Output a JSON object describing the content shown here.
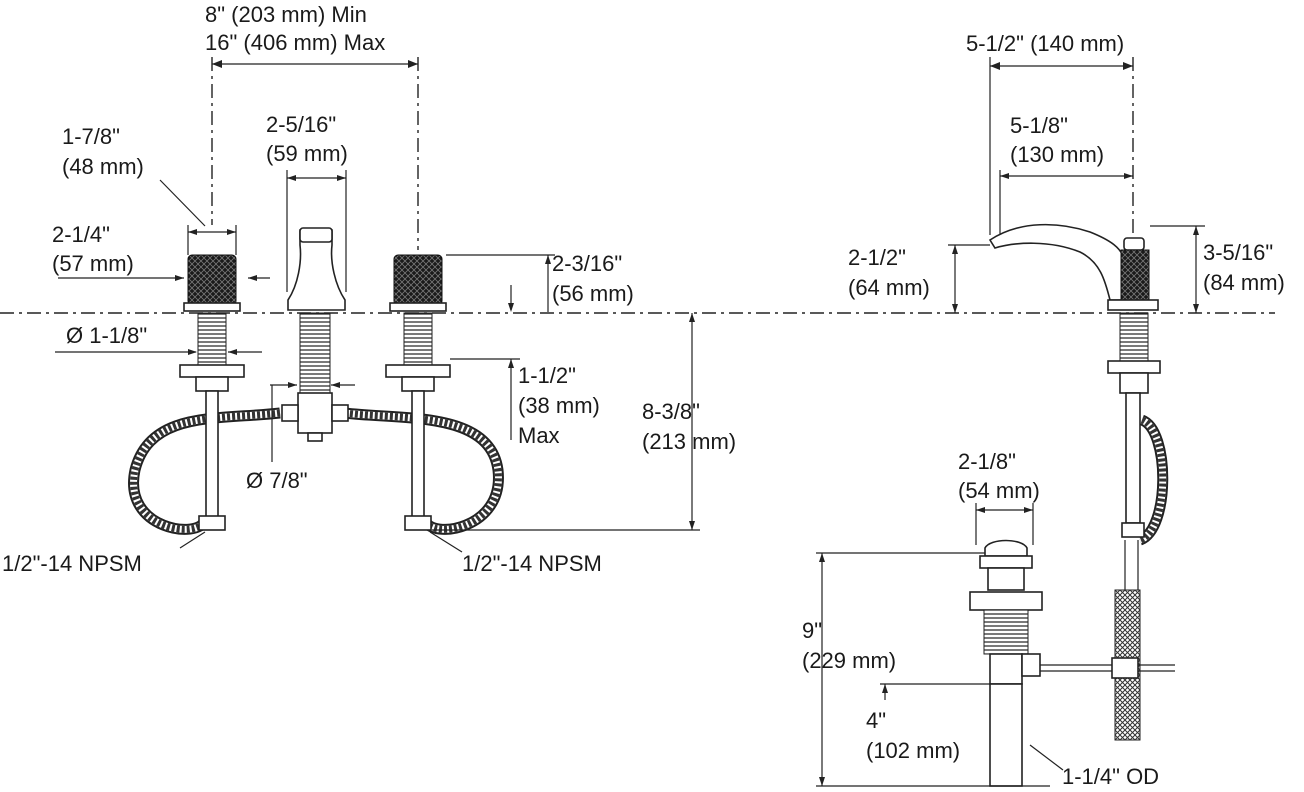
{
  "dimensions": {
    "spread": {
      "min": "8\" (203 mm) Min",
      "max": "16\" (406 mm) Max"
    },
    "handle_base": {
      "in": "1-7/8\"",
      "mm": "(48 mm)"
    },
    "spout_base": {
      "in": "2-5/16\"",
      "mm": "(59 mm)"
    },
    "handle_width": {
      "in": "2-1/4\"",
      "mm": "(57 mm)"
    },
    "handle_height": {
      "in": "2-3/16\"",
      "mm": "(56 mm)"
    },
    "shank_diameter": "Ø 1-1/8\"",
    "deck_thickness": {
      "in": "1-1/2\"",
      "mm": "(38 mm)",
      "note": "Max"
    },
    "below_deck": {
      "in": "8-3/8\"",
      "mm": "(213 mm)"
    },
    "valve_diameter": "Ø 7/8\"",
    "connection_left": "1/2\"-14 NPSM",
    "connection_right": "1/2\"-14 NPSM",
    "spout_reach_total": "5-1/2\" (140 mm)",
    "spout_reach": {
      "in": "5-1/8\"",
      "mm": "(130 mm)"
    },
    "spout_height": {
      "in": "2-1/2\"",
      "mm": "(64 mm)"
    },
    "side_height": {
      "in": "3-5/16\"",
      "mm": "(84 mm)"
    },
    "drain_flange": {
      "in": "2-1/8\"",
      "mm": "(54 mm)"
    },
    "drain_length": {
      "in": "9\"",
      "mm": "(229 mm)"
    },
    "tailpiece_length": {
      "in": "4\"",
      "mm": "(102 mm)"
    },
    "tailpiece_od": "1-1/4\" OD"
  }
}
